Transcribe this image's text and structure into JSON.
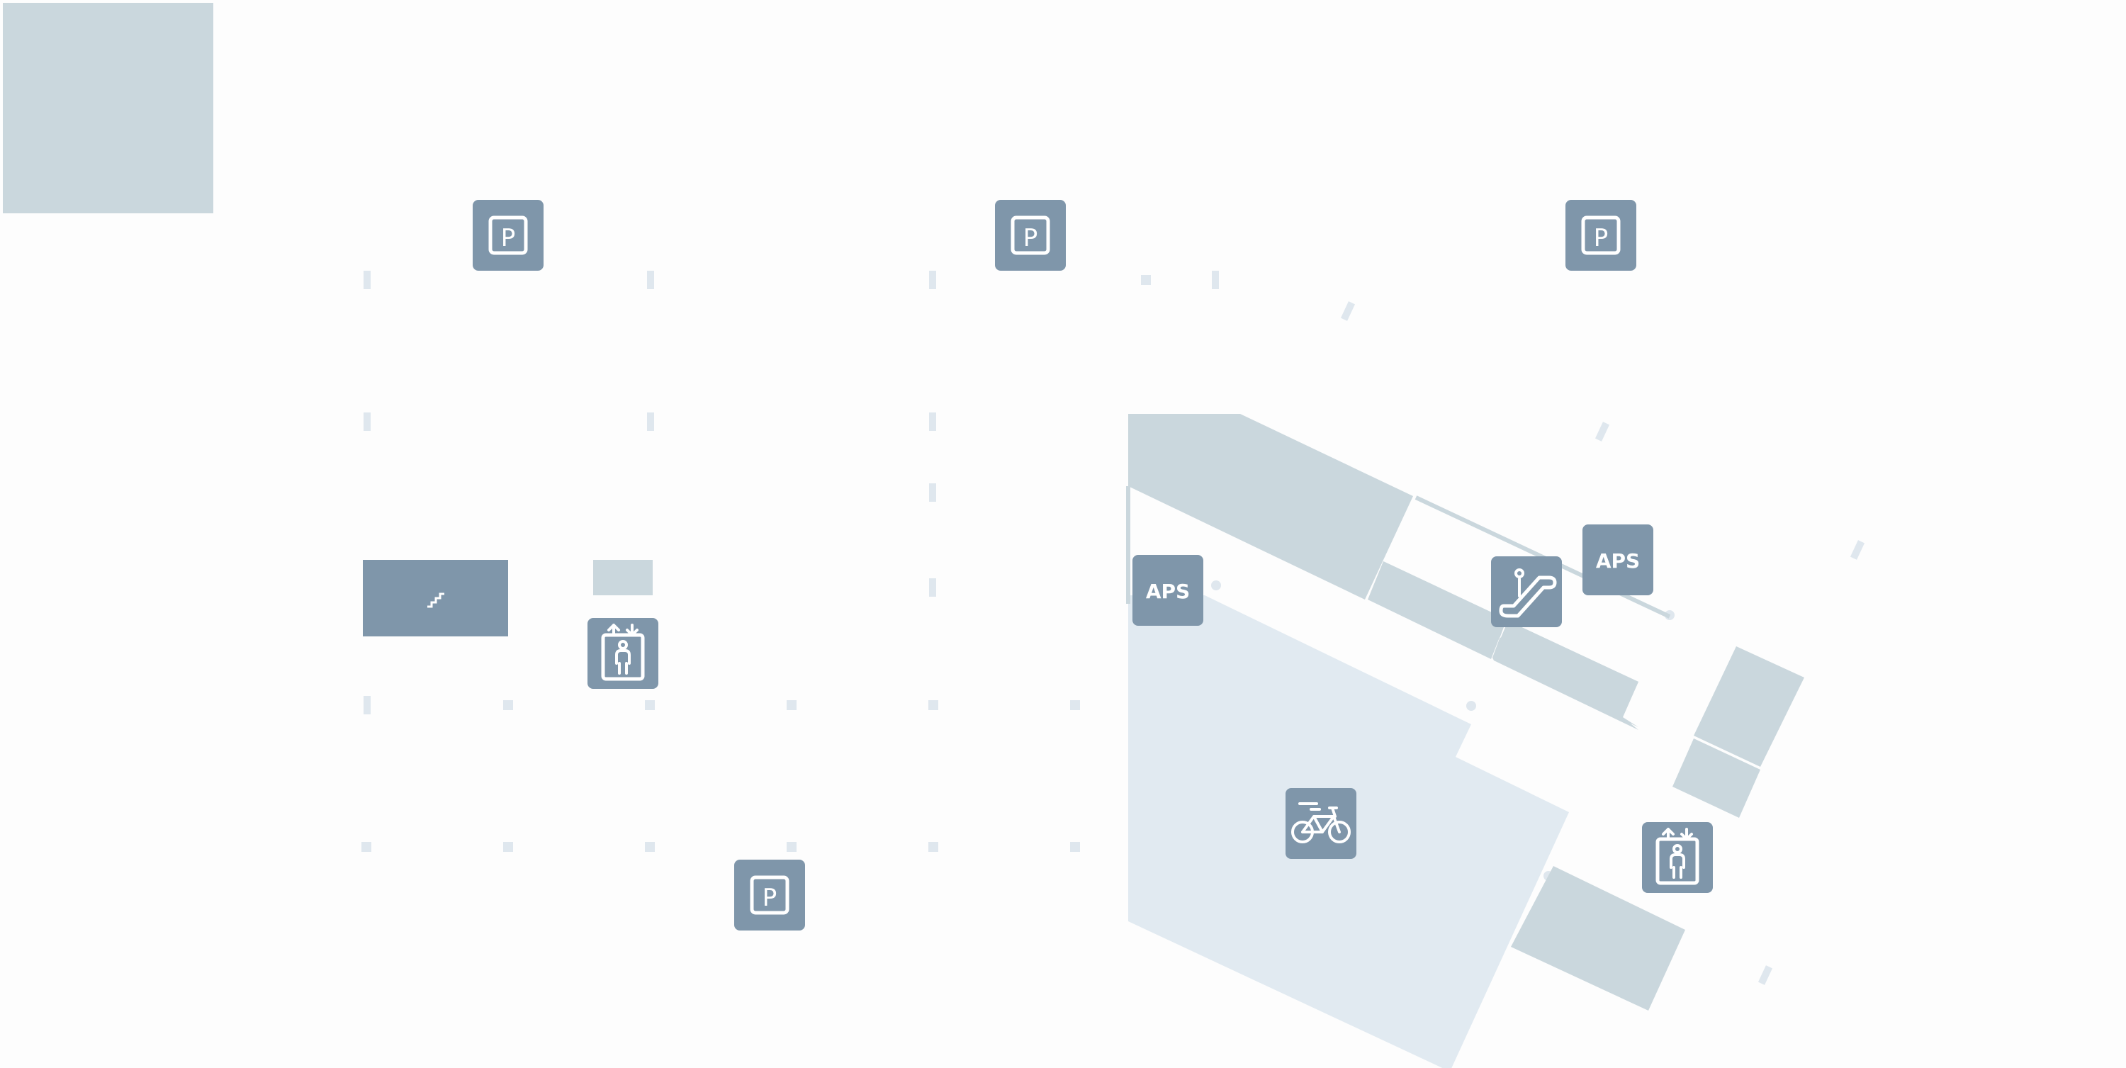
{
  "map": {
    "colors": {
      "background": "#fdfdfd",
      "room": "#cad7dd",
      "area": "#e1eaf1",
      "marker_bg": "#7f96aa",
      "marker_fg": "#ffffff",
      "pillar": "#dfe7ee"
    },
    "markers": [
      {
        "id": "parking-1",
        "type": "parking",
        "icon": "parking-icon",
        "label": "P"
      },
      {
        "id": "parking-2",
        "type": "parking",
        "icon": "parking-icon",
        "label": "P"
      },
      {
        "id": "parking-3",
        "type": "parking",
        "icon": "parking-icon",
        "label": "P"
      },
      {
        "id": "parking-4",
        "type": "parking",
        "icon": "parking-icon",
        "label": "P"
      },
      {
        "id": "aps-1",
        "type": "aps",
        "icon": "text",
        "label": "APS"
      },
      {
        "id": "aps-2",
        "type": "aps",
        "icon": "text",
        "label": "APS"
      },
      {
        "id": "elevator-1",
        "type": "elevator",
        "icon": "elevator-icon"
      },
      {
        "id": "elevator-2",
        "type": "elevator",
        "icon": "elevator-icon"
      },
      {
        "id": "escalator-1",
        "type": "escalator",
        "icon": "escalator-icon"
      },
      {
        "id": "bike-1",
        "type": "bicycle",
        "icon": "bicycle-icon"
      },
      {
        "id": "stairs-1",
        "type": "stairs",
        "icon": "stairs-icon"
      }
    ]
  }
}
